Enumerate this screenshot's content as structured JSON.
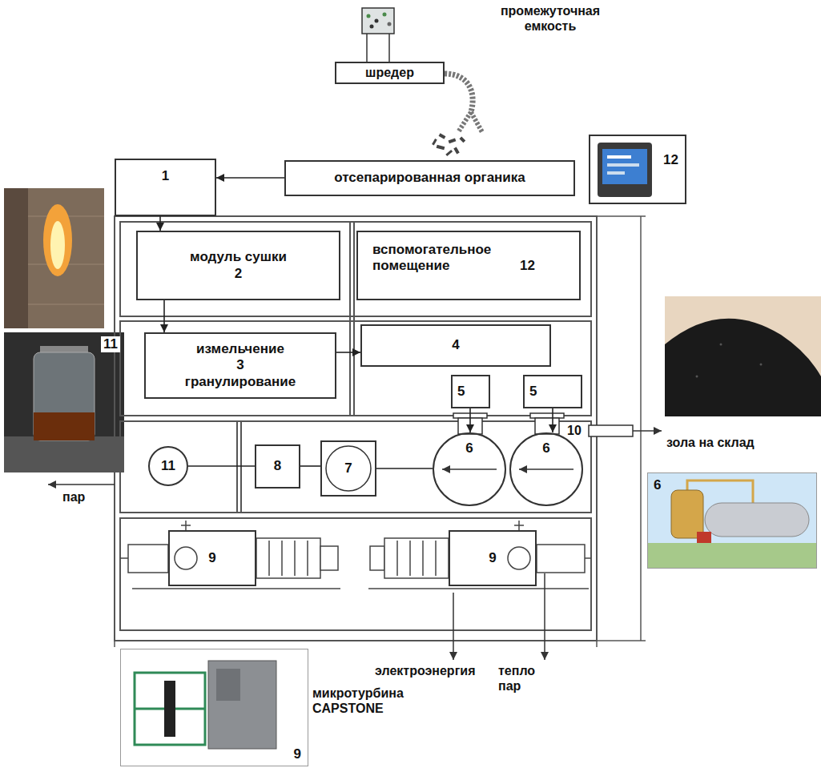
{
  "diagram": {
    "nodes": [
      {
        "text": [
          "шредер"
        ]
      },
      {
        "text": [
          "отсепарированная органика"
        ]
      },
      {
        "text": [
          "1"
        ]
      },
      {
        "text": [
          "12"
        ]
      },
      {
        "text": [
          "модуль сушки",
          "2"
        ]
      },
      {
        "text": [
          "вспомогательное помещение",
          "12"
        ]
      },
      {
        "text": [
          "измельчение",
          "3",
          "гранулирование"
        ]
      },
      {
        "text": [
          "4"
        ]
      },
      {
        "text": [
          "5"
        ]
      },
      {
        "text": [
          "5"
        ]
      },
      {
        "text": [
          "11"
        ]
      },
      {
        "text": [
          "11"
        ]
      },
      {
        "text": [
          "8"
        ]
      },
      {
        "text": [
          "7"
        ]
      },
      {
        "text": [
          "6"
        ]
      },
      {
        "text": [
          "6"
        ]
      },
      {
        "text": [
          "6"
        ]
      },
      {
        "text": [
          "9"
        ]
      },
      {
        "text": [
          "9"
        ]
      },
      {
        "text": [
          "9"
        ]
      }
    ],
    "edges": [
      {
        "from": 1,
        "to": 2,
        "arrow": "to"
      },
      {
        "from": 2,
        "to": 4,
        "arrow": "to"
      },
      {
        "from": 4,
        "to": 6,
        "arrow": "to"
      },
      {
        "from": 6,
        "to": 7,
        "arrow": "to"
      },
      {
        "from": 8,
        "to": 14,
        "arrow": "to"
      },
      {
        "from": 9,
        "to": 15,
        "arrow": "to"
      },
      {
        "from": 11,
        "to": 12,
        "arrow": "none"
      },
      {
        "from": 12,
        "to": 13,
        "arrow": "none"
      },
      {
        "from": 13,
        "to": 14,
        "arrow": "none"
      }
    ],
    "labels": [
      "промежуточная емкость",
      "пар",
      "10",
      "зола на склад",
      "микротурбина CAPSTONE",
      "электроэнергия",
      "тепло пар"
    ]
  }
}
